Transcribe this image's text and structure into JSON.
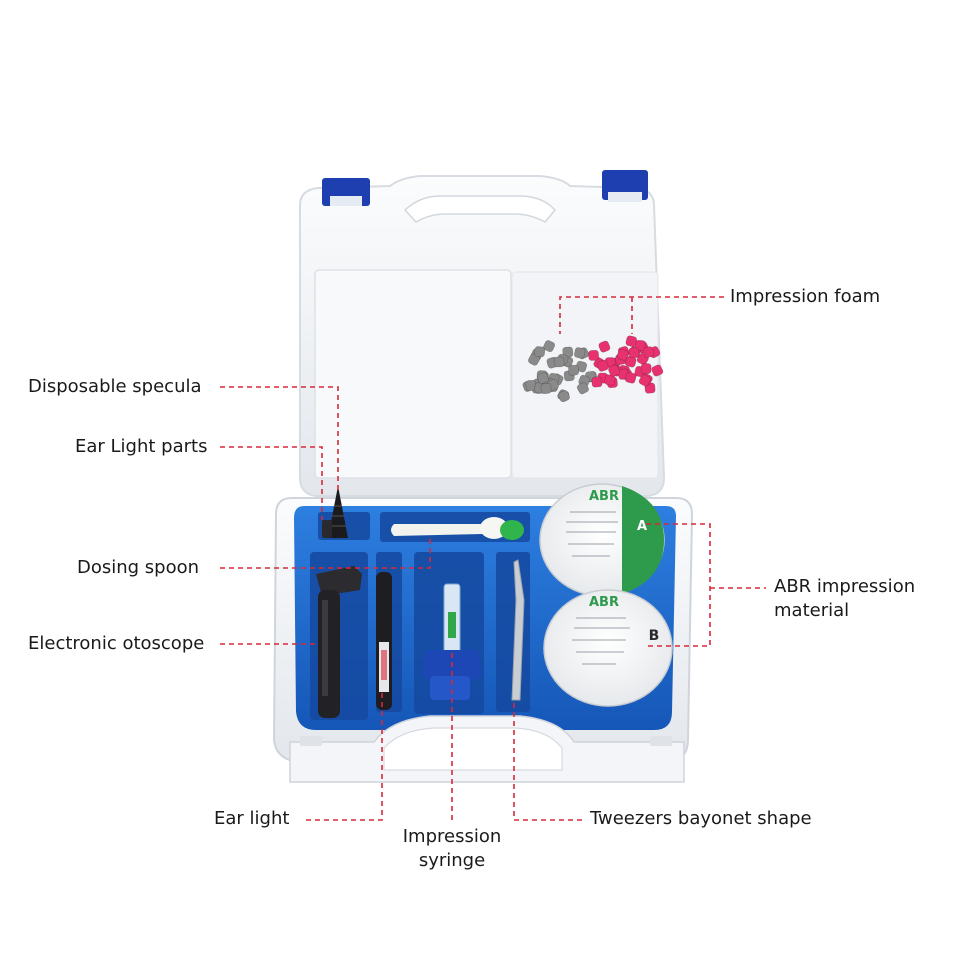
{
  "kit": {
    "jar_a": {
      "brand": "ABR",
      "letter": "A"
    },
    "jar_b": {
      "brand": "ABR",
      "letter": "B"
    }
  },
  "callouts": {
    "disposable_specula": "Disposable specula",
    "ear_light_parts": "Ear Light parts",
    "dosing_spoon": "Dosing spoon",
    "electronic_otoscope": "Electronic otoscope",
    "ear_light": "Ear light",
    "impression_syringe_line1": "Impression",
    "impression_syringe_line2": "syringe",
    "tweezers_bayonet_shape": "Tweezers bayonet shape",
    "impression_foam": "Impression foam",
    "abr_impression_material_line1": "ABR impression",
    "abr_impression_material_line2": "material"
  },
  "colors": {
    "case_shell": "#f4f6f9",
    "foam_insert": "#1f6fd0",
    "latch": "#1d3fb0",
    "leader_line": "#d8283a",
    "foam_grey": "#8a8a8a",
    "foam_pink": "#e8326f",
    "jar_label_green": "#2e9a4c"
  }
}
